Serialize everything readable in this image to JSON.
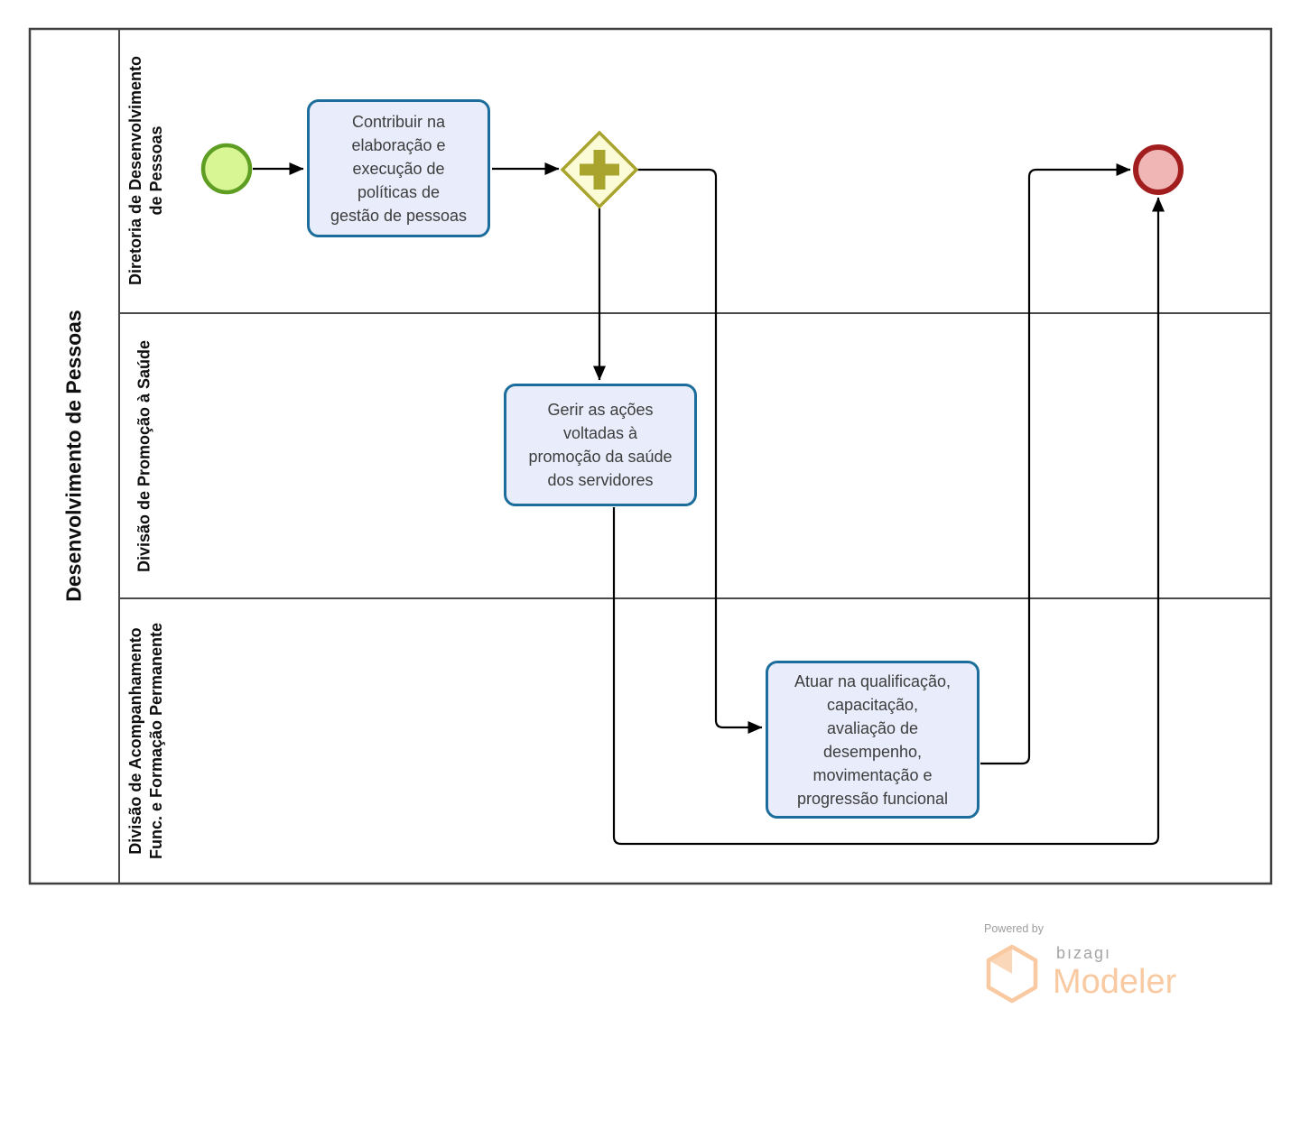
{
  "pool": {
    "title": "Desenvolvimento de Pessoas",
    "lanes": [
      {
        "label": "Diretoria de Desenvolvimento\nde Pessoas"
      },
      {
        "label": "Divisão de Promoção à Saúde"
      },
      {
        "label": "Divisão de Acompanhamento\nFunc. e Formação Permanente"
      }
    ]
  },
  "tasks": [
    {
      "text": "Contribuir na\nelaboração e\nexecução de\npolíticas de\ngestão de pessoas"
    },
    {
      "text": "Gerir as ações\nvoltadas à\npromoção da saúde\ndos servidores"
    },
    {
      "text": "Atuar na qualificação,\ncapacitação,\navaliação de\ndesempenho,\nmovimentação e\nprogressão funcional"
    }
  ],
  "gateway": {
    "type": "parallel"
  },
  "footer": {
    "powered_by": "Powered by",
    "brand": "bızagı",
    "product": "Modeler"
  },
  "colors": {
    "task_border": "#1c6d9b",
    "task_fill": "#e9edfb",
    "start_border": "#5d9e23",
    "start_fill": "#d8f694",
    "end_border": "#a21e1e",
    "end_fill": "#f0b5b5",
    "gateway_border": "#a8a42e",
    "gateway_fill": "#fbfbd8",
    "flow_line": "#000000",
    "pool_border": "#3f3f3f",
    "brand_orange": "#f9c9a1",
    "brand_gray": "#a5a5a5"
  }
}
